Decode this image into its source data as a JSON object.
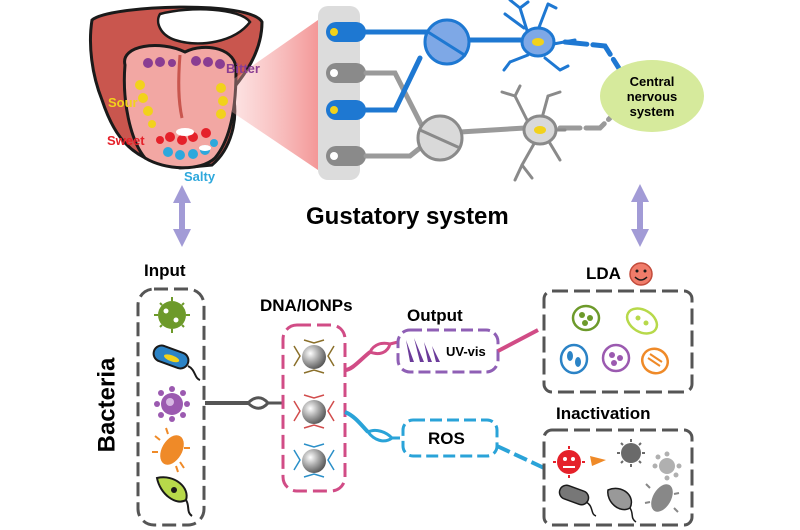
{
  "tongue": {
    "bitter": "Bitter",
    "sour": "Sour",
    "sweet": "Sweet",
    "salty": "Salty"
  },
  "neural": {
    "central_line1": "Central",
    "central_line2": "nervous",
    "central_line3": "system"
  },
  "title": "Gustatory system",
  "sensor": {
    "input_label": "Input",
    "bacteria_label": "Bacteria",
    "probe_label": "DNA/IONPs",
    "output_label": "Output",
    "uvvis_label": "UV-vis",
    "ros_label": "ROS",
    "lda_label": "LDA",
    "inactivation_label": "Inactivation"
  },
  "colors": {
    "bitter": "#8a3d92",
    "sour": "#f2d21b",
    "sweet": "#e5212a",
    "salty": "#2ea8dc",
    "blue_path": "#1e78d2",
    "grey_path": "#9a9a9a",
    "output_box": "#8f5fb5",
    "probe_box": "#d14c86",
    "ros_box": "#2aa3d8",
    "arrow": "#a29bd6",
    "cns_fill": "#d6ea9c"
  },
  "icons": {
    "face": "smiley-face-icon",
    "germ": "bacteria-icon"
  }
}
